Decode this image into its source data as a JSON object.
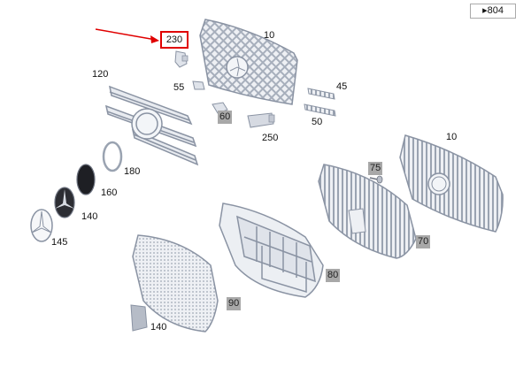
{
  "reference": "▸804",
  "highlighted_part": "230",
  "part_labels": [
    {
      "id": "lbl-10-top",
      "text": "10"
    },
    {
      "id": "lbl-120",
      "text": "120"
    },
    {
      "id": "lbl-55",
      "text": "55"
    },
    {
      "id": "lbl-45",
      "text": "45"
    },
    {
      "id": "lbl-60",
      "text": "60"
    },
    {
      "id": "lbl-250",
      "text": "250"
    },
    {
      "id": "lbl-50",
      "text": "50"
    },
    {
      "id": "lbl-180",
      "text": "180"
    },
    {
      "id": "lbl-10-right",
      "text": "10"
    },
    {
      "id": "lbl-75",
      "text": "75"
    },
    {
      "id": "lbl-160",
      "text": "160"
    },
    {
      "id": "lbl-140-mid",
      "text": "140"
    },
    {
      "id": "lbl-145",
      "text": "145"
    },
    {
      "id": "lbl-70",
      "text": "70"
    },
    {
      "id": "lbl-80",
      "text": "80"
    },
    {
      "id": "lbl-90",
      "text": "90"
    },
    {
      "id": "lbl-140-bottom",
      "text": "140"
    }
  ],
  "colors": {
    "highlight": "#e00000",
    "part_fill": "#dfe3ea",
    "part_stroke": "#8a93a3",
    "label_bg": "#a8a8a8"
  }
}
